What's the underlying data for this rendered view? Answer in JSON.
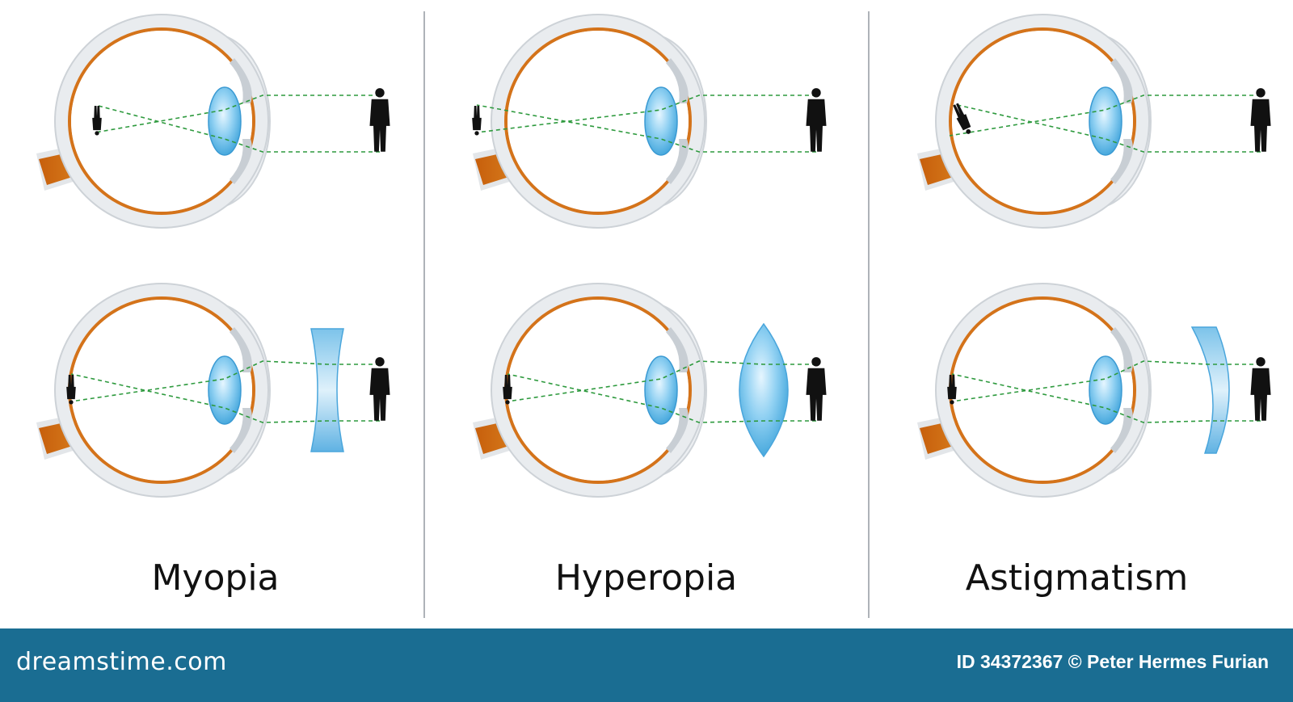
{
  "panels": [
    {
      "id": "myopia",
      "label": "Myopia",
      "image_spot": "front",
      "correction_lens": "concave"
    },
    {
      "id": "hyperopia",
      "label": "Hyperopia",
      "image_spot": "behind",
      "correction_lens": "convex"
    },
    {
      "id": "astigmatism",
      "label": "Astigmatism",
      "image_spot": "tilted",
      "correction_lens": "meniscus"
    }
  ],
  "footer": {
    "brand": "dreamstime.com",
    "credit": "ID 34372367 © Peter Hermes Furian"
  },
  "colors": {
    "retina": "#d4731a",
    "optic_nerve": "#c9650f",
    "sclera": "#e9ecef",
    "lens": "#6fbfe8",
    "ray": "#2e9a3e",
    "footer_bg": "#1a6d92",
    "divider": "#aeb3b8"
  }
}
